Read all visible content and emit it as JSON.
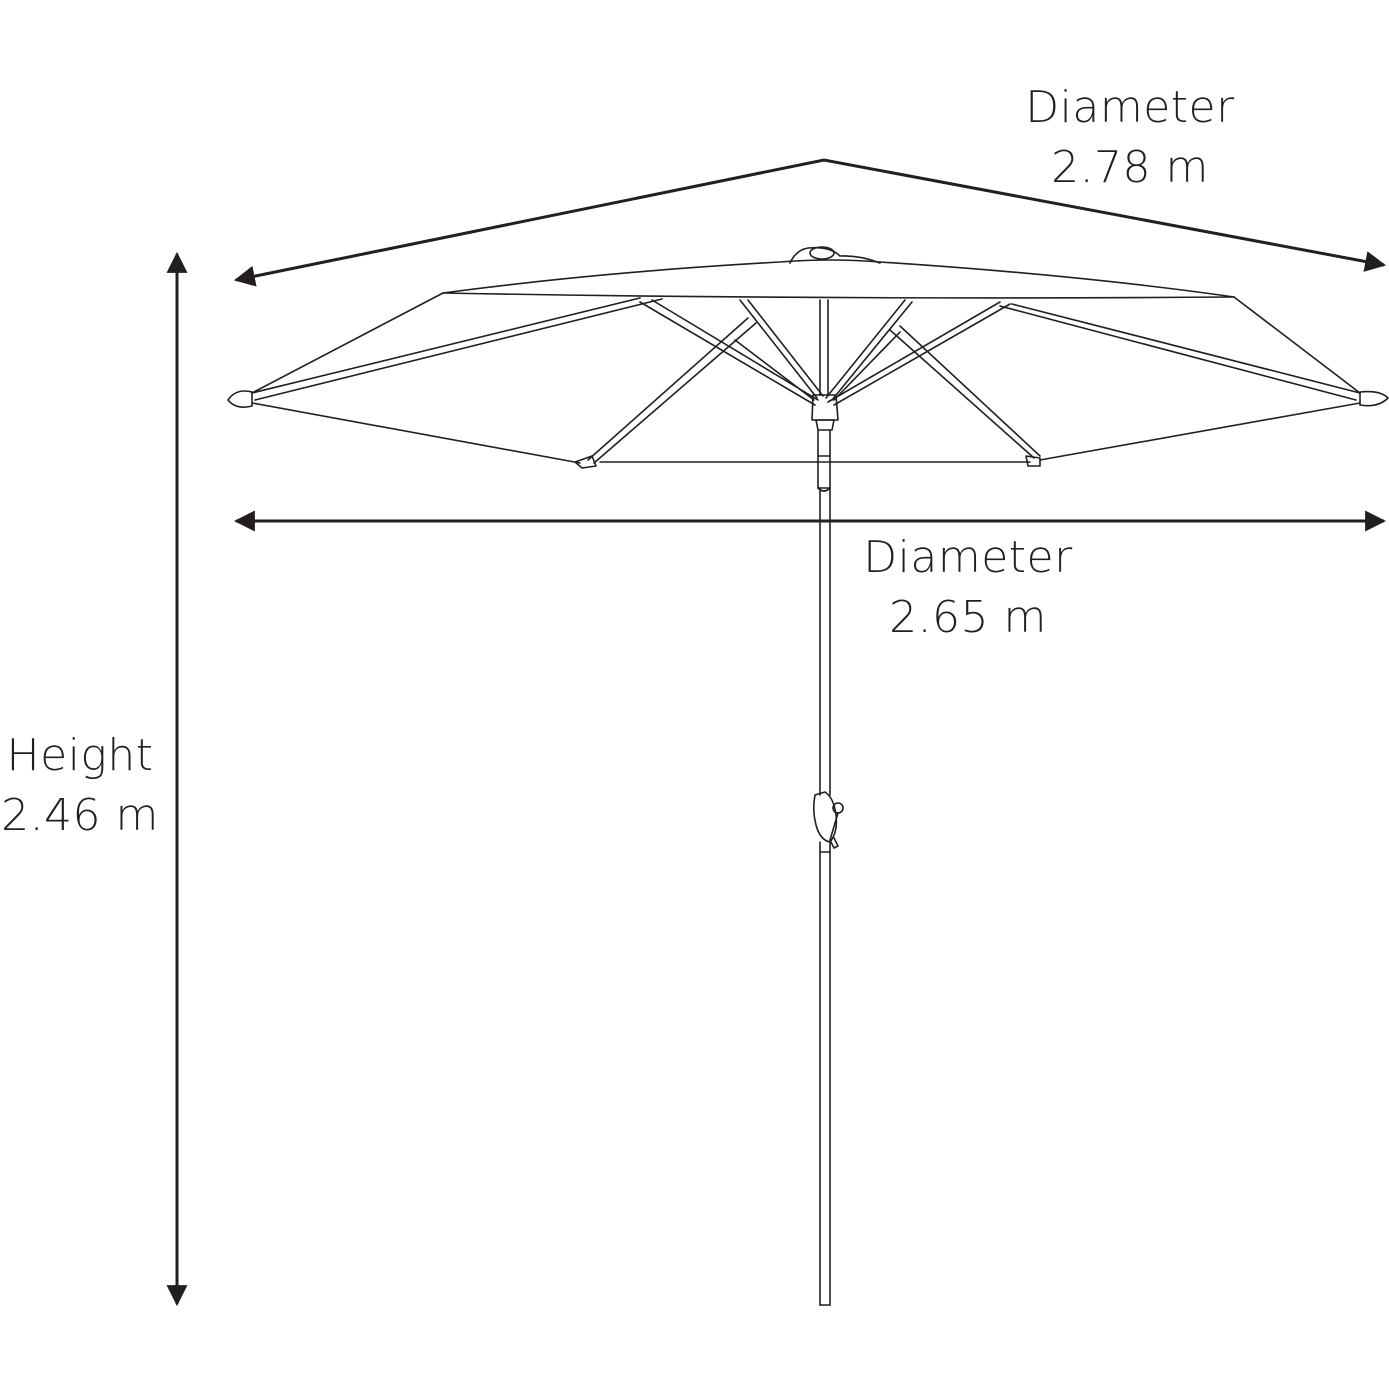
{
  "dimensions": {
    "canopy_diameter": {
      "label": "Diameter",
      "value": "2.78 m"
    },
    "open_diameter": {
      "label": "Diameter",
      "value": "2.65 m"
    },
    "height": {
      "label": "Height",
      "value": "2.46 m"
    }
  },
  "colors": {
    "line": "#231f20",
    "background": "#ffffff"
  },
  "icons": [
    "umbrella-drawing",
    "double-arrow-icon",
    "crank-handle-icon"
  ]
}
